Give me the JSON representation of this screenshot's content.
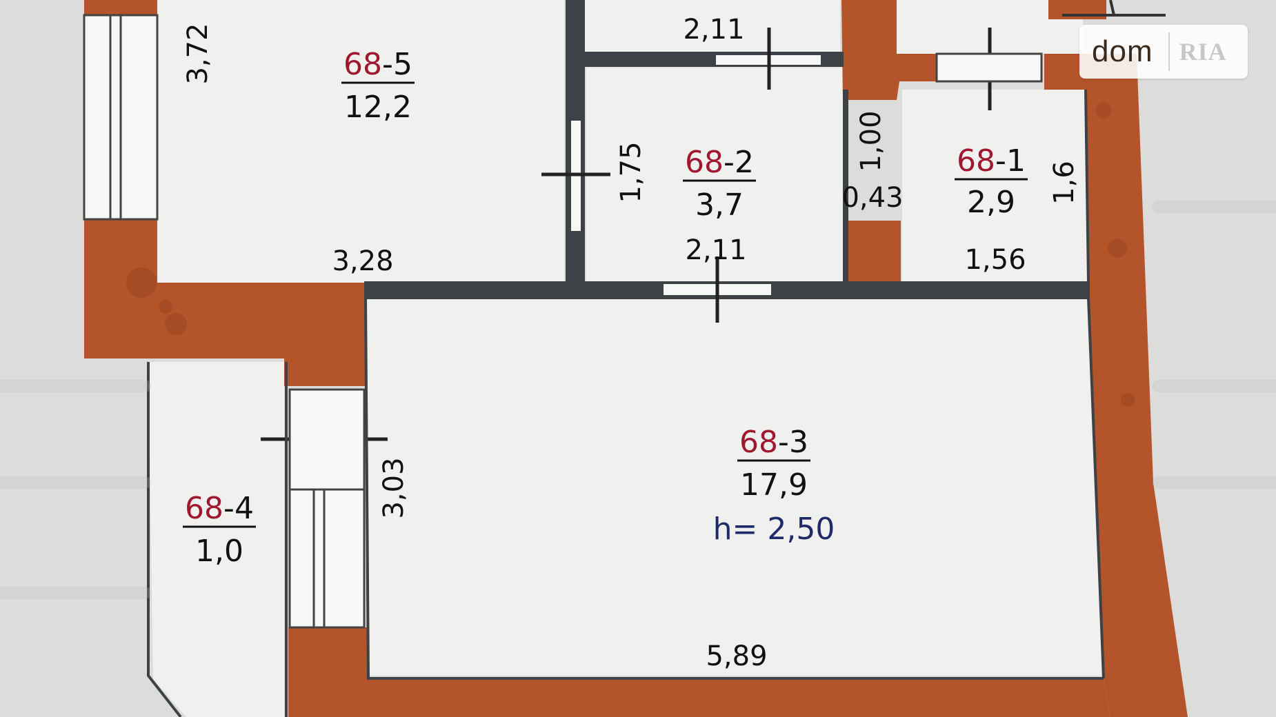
{
  "rooms": [
    {
      "id": "room-68-5",
      "code_number": "68",
      "code_suffix": "5",
      "area": "12,2"
    },
    {
      "id": "room-68-2",
      "code_number": "68",
      "code_suffix": "2",
      "area": "3,7"
    },
    {
      "id": "room-68-1",
      "code_number": "68",
      "code_suffix": "1",
      "area": "2,9"
    },
    {
      "id": "room-68-3",
      "code_number": "68",
      "code_suffix": "3",
      "area": "17,9",
      "height": "h= 2,50"
    },
    {
      "id": "room-68-4",
      "code_number": "68",
      "code_suffix": "4",
      "area": "1,0"
    }
  ],
  "dimensions": {
    "d_3_72": "3,72",
    "d_2_11_top": "2,11",
    "d_1_75": "1,75",
    "d_1_00": "1,00",
    "d_0_43": "0,43",
    "d_1_6": "1,6",
    "d_3_28": "3,28",
    "d_2_11_bottom": "2,11",
    "d_1_56": "1,56",
    "d_3_03": "3,03",
    "d_5_89": "5,89"
  },
  "watermark": {
    "brand": "dom",
    "partner": "RIA"
  },
  "colors": {
    "wall": "#b4542a",
    "partition": "#3d4247",
    "paper": "#e9e9e7",
    "room_code": "#a01830",
    "height_text": "#1f2a6a"
  }
}
